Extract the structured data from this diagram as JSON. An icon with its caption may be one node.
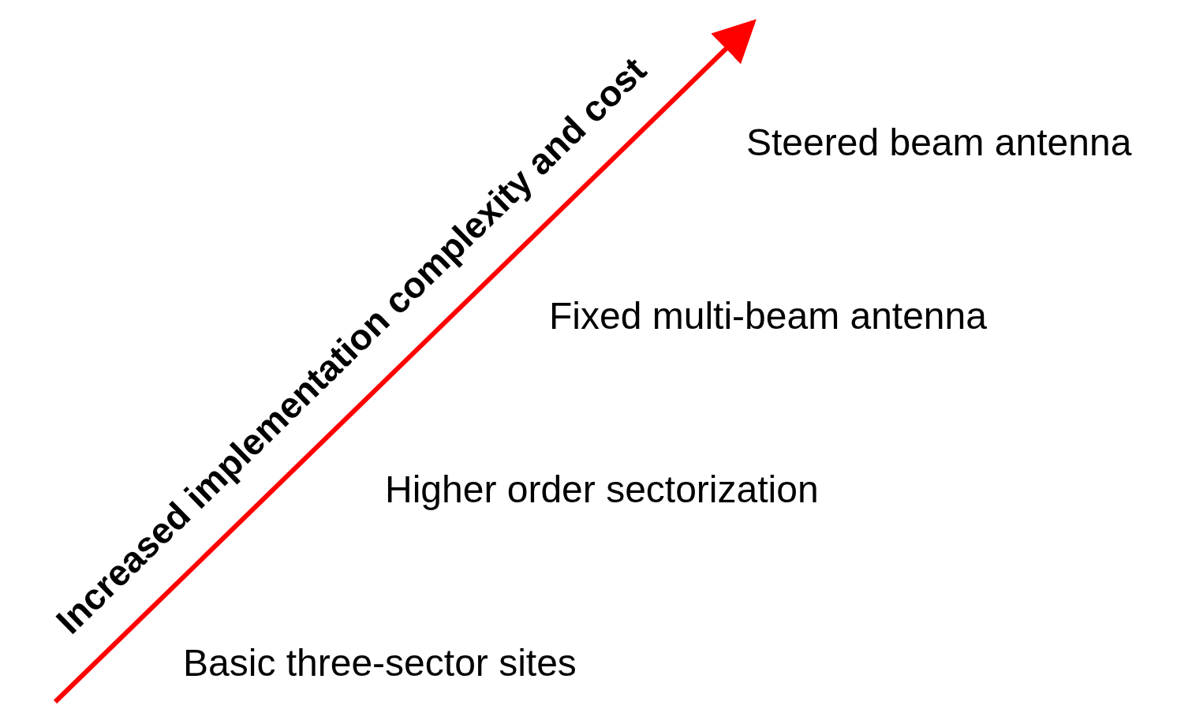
{
  "diagram": {
    "labels": [
      "Increased implementation complexity and cost",
      "Steered beam antenna",
      "Fixed multi-beam antenna",
      "Higher order sectorization",
      "Basic three-sector sites"
    ]
  }
}
